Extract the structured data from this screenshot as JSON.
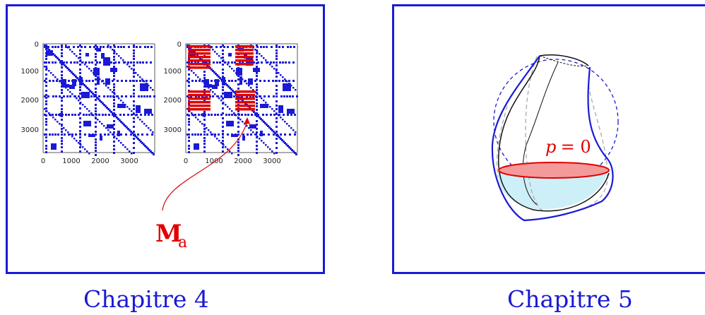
{
  "panels": [
    {
      "caption": "Chapitre 4",
      "matrix_ticks": [
        "0",
        "1000",
        "2000",
        "3000"
      ],
      "annotation_symbol": "M",
      "annotation_subscript": "a"
    },
    {
      "caption": "Chapitre 5",
      "surface_label_var": "p",
      "surface_label_eq": " = 0"
    }
  ],
  "colors": {
    "frame": "#1a1ad6",
    "sparsity": "#1a1ad6",
    "highlight": "#e00000",
    "water": "#cdeff7"
  }
}
